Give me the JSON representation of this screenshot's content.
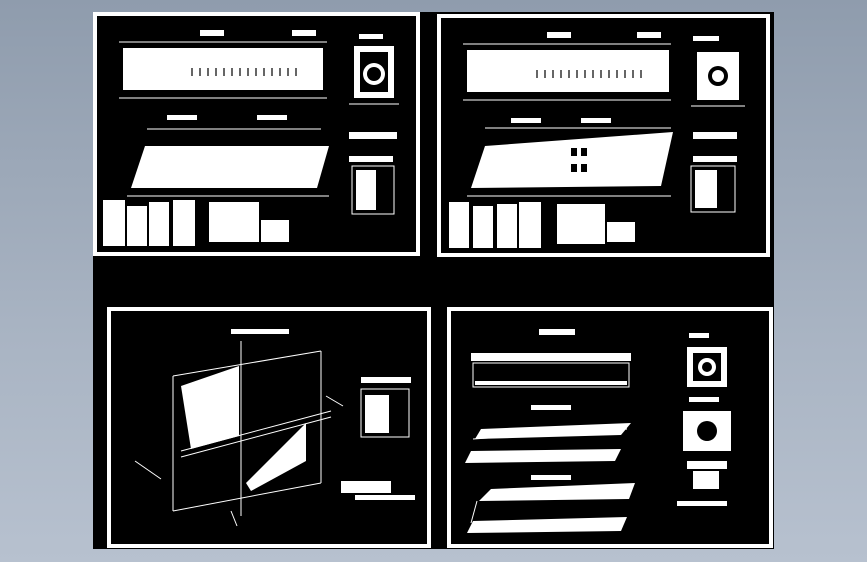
{
  "viewer": {
    "background_color": "#98a4b4",
    "canvas_color": "#000000",
    "line_color": "#ffffff"
  },
  "sheets": [
    {
      "id": "sheet-1",
      "position": "top-left"
    },
    {
      "id": "sheet-2",
      "position": "top-right"
    },
    {
      "id": "sheet-3",
      "position": "bottom-left"
    },
    {
      "id": "sheet-4",
      "position": "bottom-right"
    }
  ]
}
